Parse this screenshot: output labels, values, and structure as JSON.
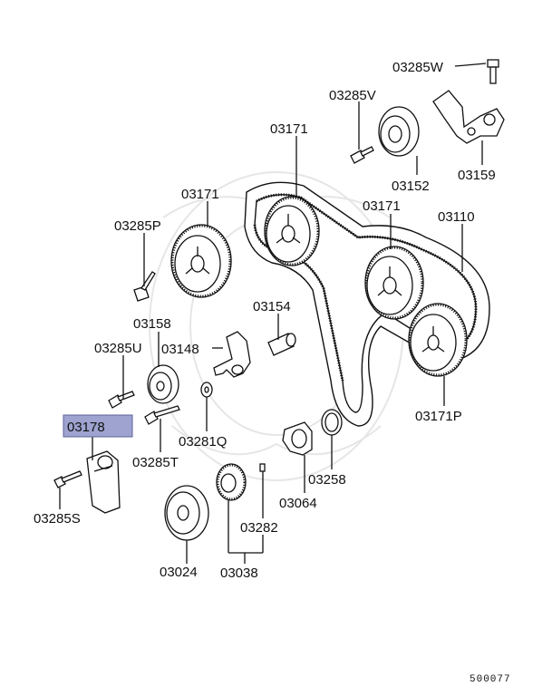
{
  "labels": {
    "p03285W": "03285W",
    "p03285V": "03285V",
    "p03171_top": "03171",
    "p03152": "03152",
    "p03159": "03159",
    "p03171_left": "03171",
    "p03285P": "03285P",
    "p03171_right": "03171",
    "p03110": "03110",
    "p03154": "03154",
    "p03158": "03158",
    "p03148": "03148",
    "p03285U": "03285U",
    "p03178": "03178",
    "p03281Q": "03281Q",
    "p03171P": "03171P",
    "p03285T": "03285T",
    "p03258": "03258",
    "p03285S": "03285S",
    "p03064": "03064",
    "p03282": "03282",
    "p03024": "03024",
    "p03038": "03038"
  },
  "reference_code": "500077",
  "highlight_color": "#9ea3cf"
}
